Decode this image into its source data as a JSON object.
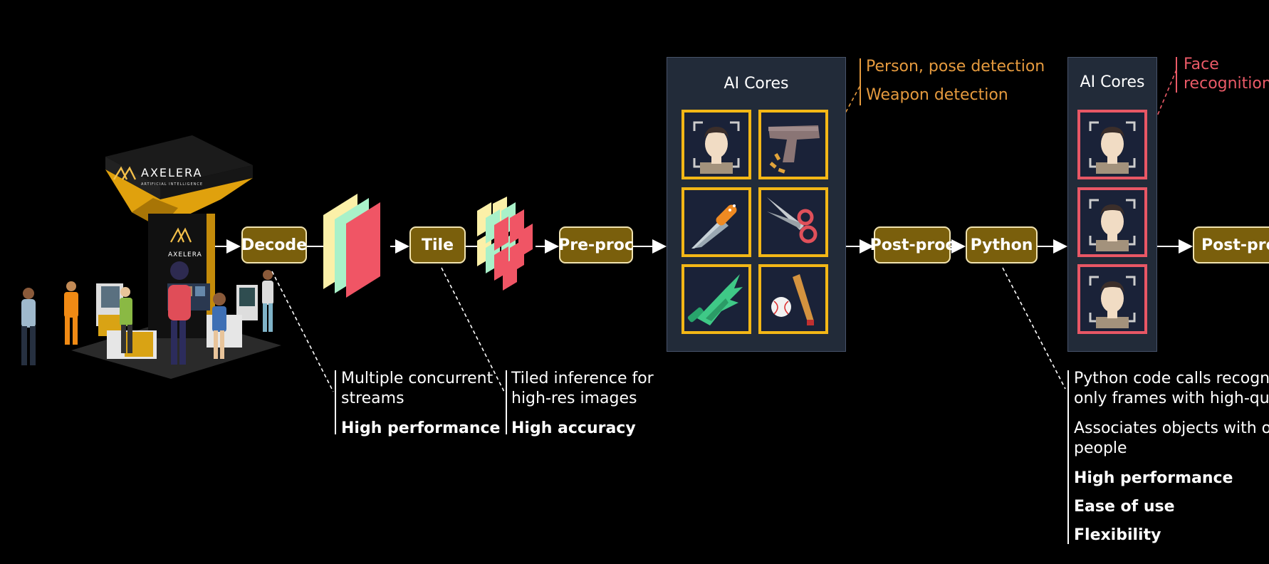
{
  "stages": {
    "decode": "Decode",
    "tile": "Tile",
    "preproc": "Pre-proc",
    "postproc1": "Post-proc",
    "python": "Python",
    "postproc2": "Post-proc"
  },
  "panels": {
    "cores1_title": "AI Cores",
    "cores2_title": "AI Cores"
  },
  "tags": {
    "person_pose": "Person, pose detection",
    "weapon": "Weapon detection",
    "face_line1": "Face",
    "face_line2": "recognition"
  },
  "notes": {
    "decode": {
      "line1": "Multiple concurrent",
      "line2": "streams",
      "bold": "High performance"
    },
    "tile": {
      "line1": "Tiled inference for",
      "line2": "high-res images",
      "bold": "High accuracy"
    },
    "python": {
      "p1_line1": "Python code calls recognit",
      "p1_line2": "only frames with high-qual",
      "p2_line1": "Associates objects with ov",
      "p2_line2": "people",
      "bold1": "High performance",
      "bold2": "Ease of use",
      "bold3": "Flexibility"
    }
  },
  "booth": {
    "brand": "AXELERA",
    "tagline": "ARTIFICIAL INTELLIGENCE"
  },
  "colors": {
    "stage_fill": "#7a5f0c",
    "stage_border": "#f1e3b0",
    "weapon_tile_border": "#f3b716",
    "face_tile_border": "#e85765",
    "weapon_tag": "#e59a3e",
    "face_tag": "#ea5a67",
    "frame_red": "#f05565",
    "frame_green": "#a9f1c9",
    "frame_yellow": "#fbf0a8"
  },
  "icons": {
    "weapon_tiles": [
      "face-icon",
      "pistol-icon",
      "knife-icon",
      "scissors-icon",
      "broken-bottle-icon",
      "baseball-bat-icon"
    ],
    "face_tiles": [
      "face-icon",
      "face-icon",
      "face-icon"
    ]
  }
}
